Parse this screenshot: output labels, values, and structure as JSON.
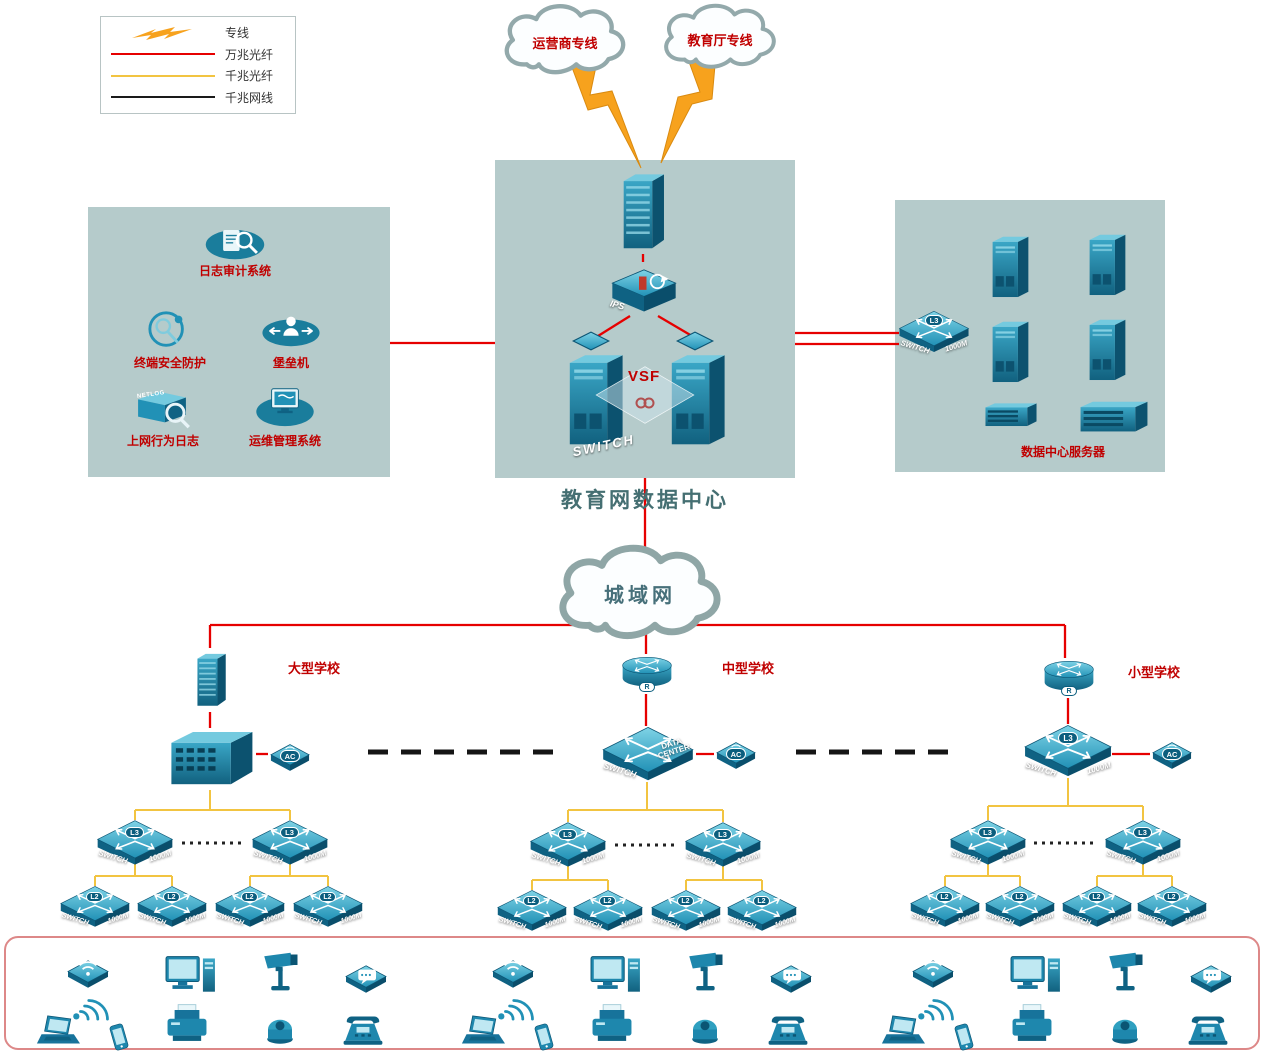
{
  "legend": {
    "items": [
      {
        "label": "专线",
        "type": "lightning",
        "color": "#f7a21d"
      },
      {
        "label": "万兆光纤",
        "type": "line",
        "color": "#e60000"
      },
      {
        "label": "千兆光纤",
        "type": "line",
        "color": "#f2c441"
      },
      {
        "label": "千兆网线",
        "type": "line",
        "color": "#1a1a1a"
      }
    ]
  },
  "clouds": {
    "carrier": "运营商专线",
    "education": "教育厅专线",
    "man": "城域网"
  },
  "center": {
    "caption": "教育网数据中心",
    "ips": "IPS",
    "vsf": "VSF"
  },
  "left_panel": {
    "log_audit": "日志审计系统",
    "terminal_security": "终端安全防护",
    "bastion": "堡垒机",
    "netlog_label": "上网行为日志",
    "netlog_icon_text": "NETLOG",
    "ops": "运维管理系统"
  },
  "right_panel": {
    "caption": "数据中心服务器"
  },
  "labels": {
    "l3": "L3",
    "l2": "L2",
    "switch": "SWITCH",
    "speed": "1000M",
    "data_center": "DATA CENTER",
    "ac": "AC",
    "r": "R"
  },
  "schools": {
    "large": {
      "label": "大型学校"
    },
    "medium": {
      "label": "中型学校"
    },
    "small": {
      "label": "小型学校"
    }
  },
  "colors": {
    "line_10g_fiber": "#e60000",
    "line_1g_fiber": "#f2c441",
    "line_1g_cable": "#1a1a1a",
    "dedicated_line": "#f7a21d",
    "panel_bg": "#b5cbcb",
    "device_teal": "#2191b6",
    "label_red": "#c00000"
  },
  "endpoint_icons": [
    "wireless-ap",
    "wifi-signal",
    "laptop",
    "smartphone",
    "desktop-pc",
    "printer",
    "ptz-camera",
    "dome-camera",
    "chat-terminal",
    "telephone"
  ]
}
